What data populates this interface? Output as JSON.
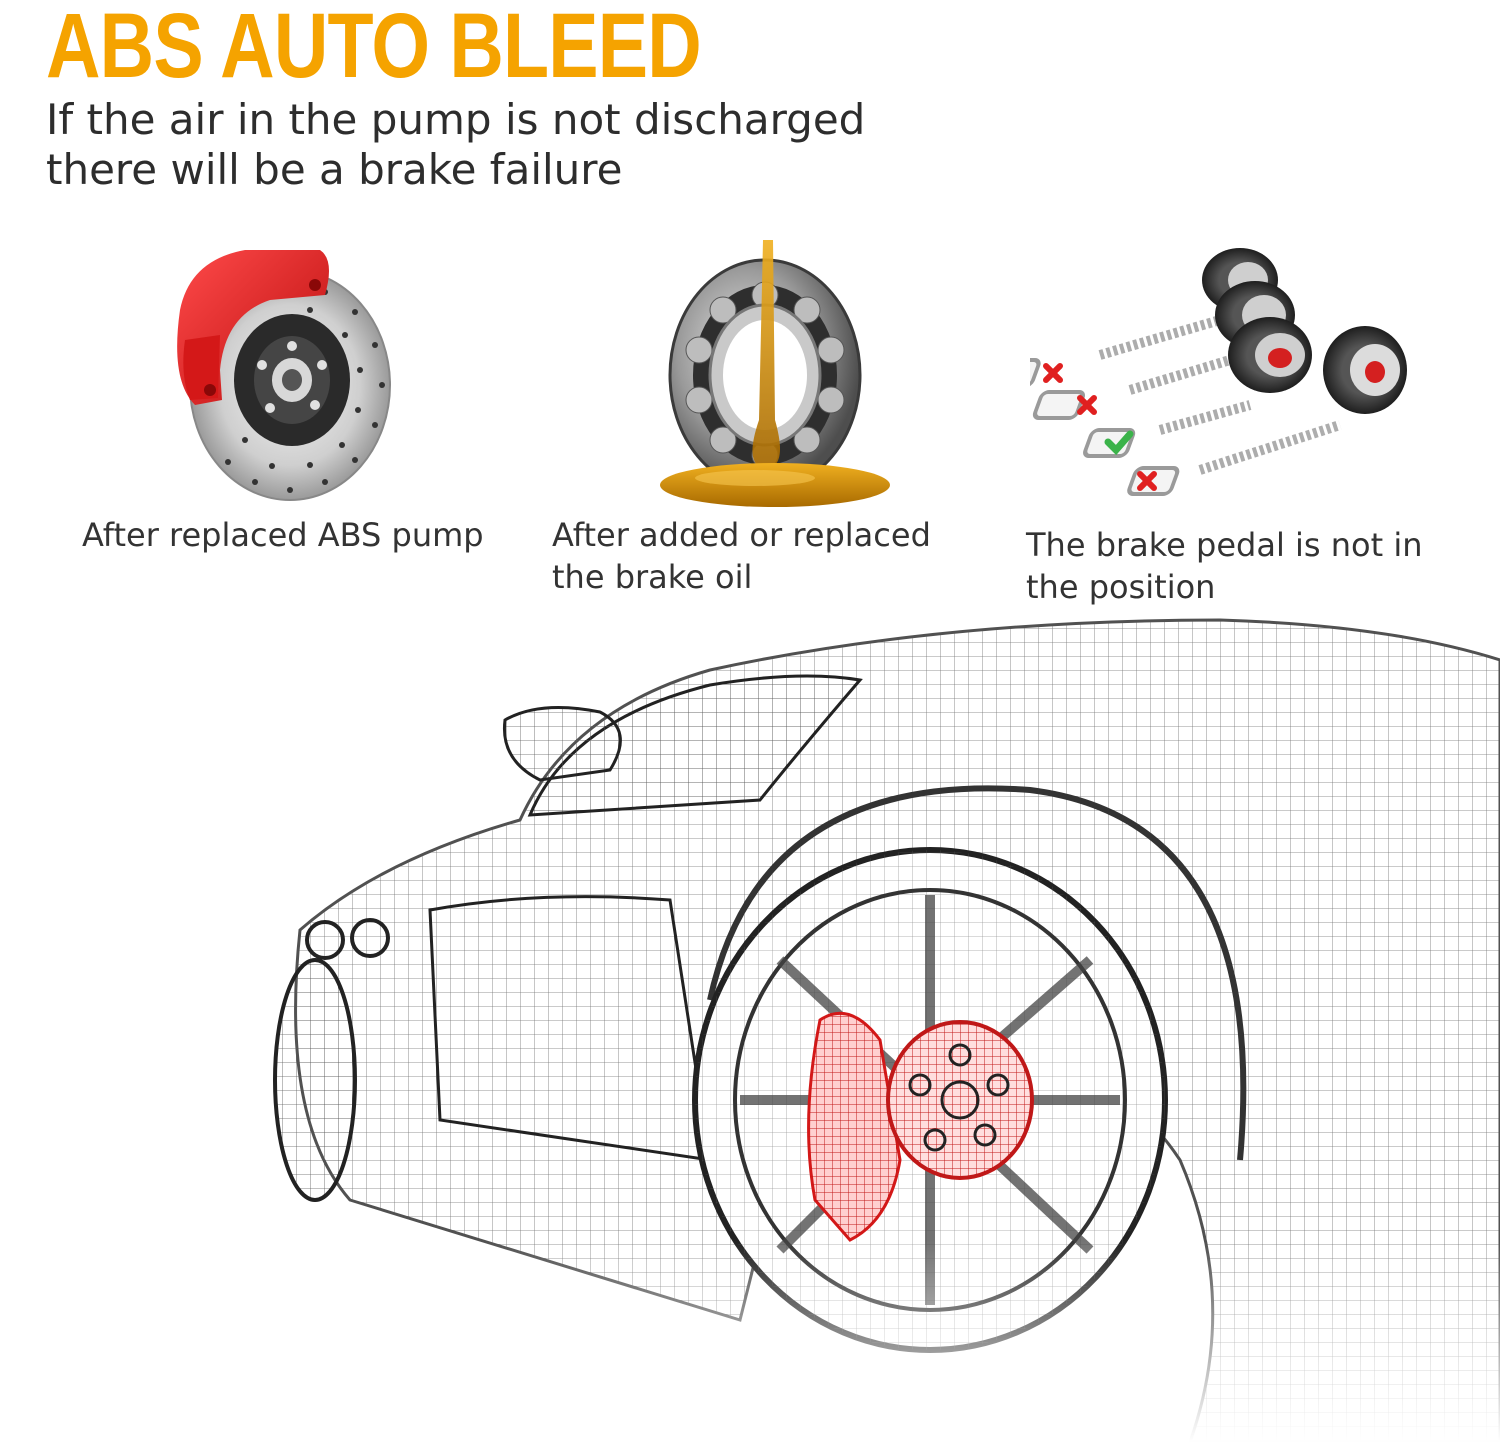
{
  "header": {
    "title": "ABS AUTO BLEED",
    "subtitle_lines": [
      "If the air in the pump is not discharged",
      "there will be a brake failure"
    ]
  },
  "features": [
    {
      "icon": "brake-disc-icon",
      "label_lines": [
        "After replaced ABS pump"
      ]
    },
    {
      "icon": "oil-bearing-icon",
      "label_lines": [
        "After added or replaced",
        "the brake oil"
      ]
    },
    {
      "icon": "tire-alignment-icon",
      "label_lines": [
        "The brake pedal is not in",
        "the position"
      ]
    }
  ],
  "colors": {
    "title": "#F5A300",
    "text": "#333333",
    "caliper_red": "#E02020",
    "oil_amber": "#C98A0A",
    "check_green": "#3BB34A"
  }
}
